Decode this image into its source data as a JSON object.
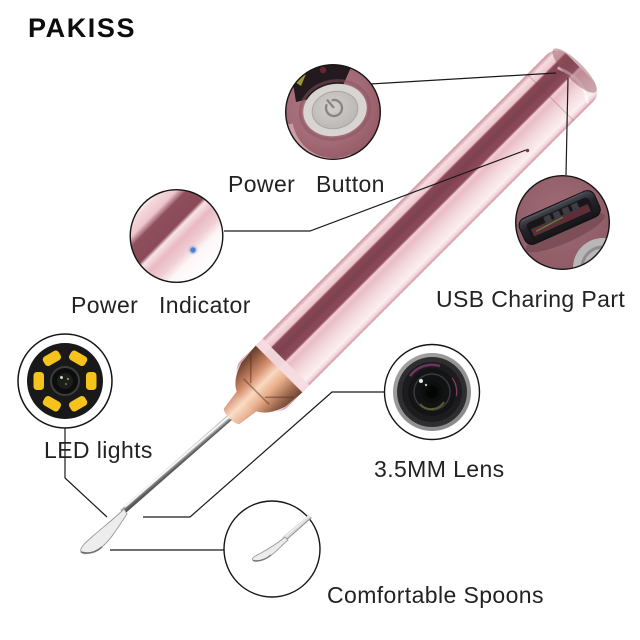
{
  "brand": {
    "name": "PAKISS"
  },
  "product": {
    "type": "ear-cleaning endoscope pen",
    "finish": "rose gold"
  },
  "callouts": {
    "power_button": {
      "label": "Power Button"
    },
    "power_indicator": {
      "label": "Power Indicator"
    },
    "usb_charging": {
      "label": "USB Charing Part"
    },
    "led_lights": {
      "label": "LED lights"
    },
    "lens": {
      "label": "3.5MM Lens"
    },
    "spoons": {
      "label": "Comfortable Spoons"
    }
  },
  "colors": {
    "background": "#ffffff",
    "label_text": "#222222",
    "brand_text": "#0d0d0d",
    "body_pink": "#f0cdd4",
    "body_stripe": "#8e4a59",
    "collar_copper": "#d99f7f",
    "led_yellow": "#f6c31d",
    "indicator_blue": "#4a7fd6",
    "callout_line": "#1a1a1a"
  }
}
